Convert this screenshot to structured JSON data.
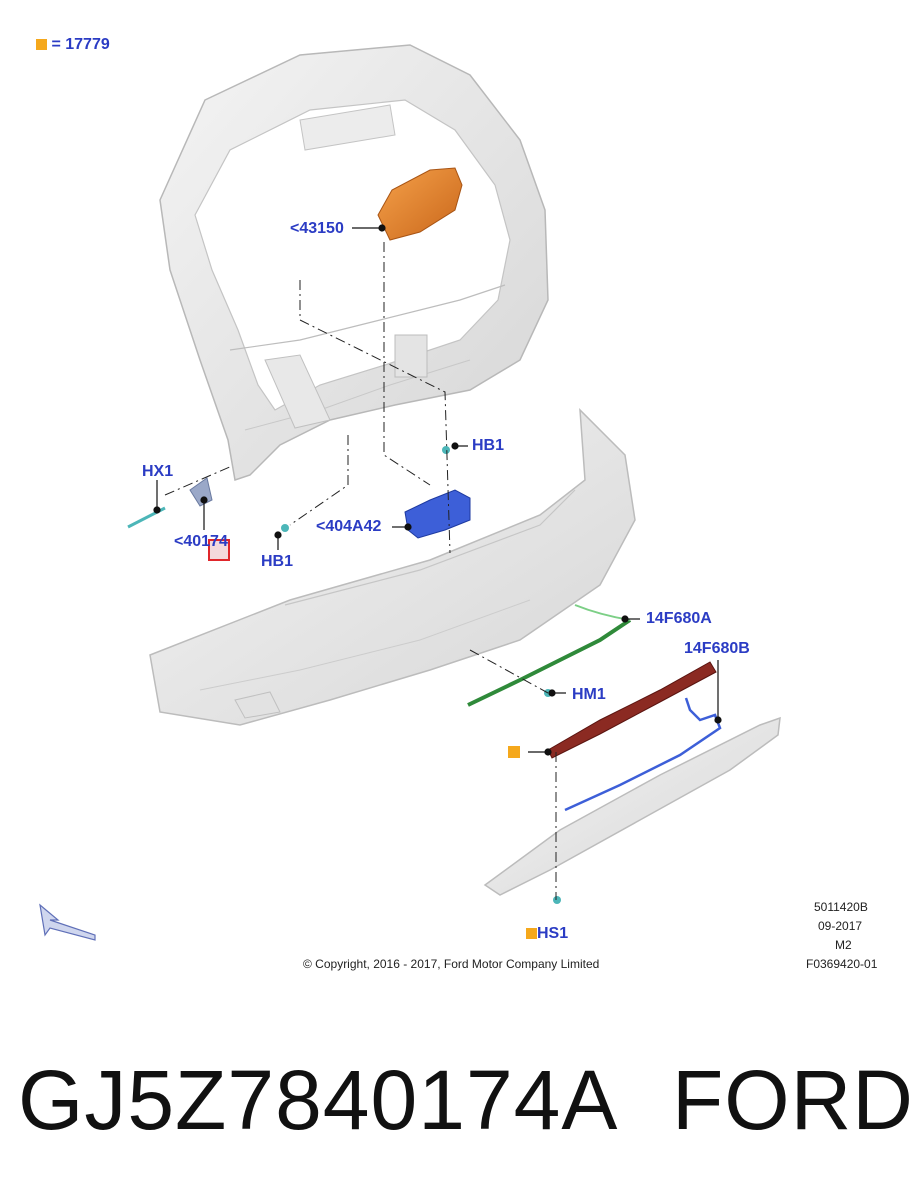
{
  "legend": {
    "symbol": "orange-square",
    "text": "= 17779"
  },
  "callouts": [
    {
      "id": "43150",
      "text": "<43150"
    },
    {
      "id": "HB1_top",
      "text": "HB1"
    },
    {
      "id": "HX1",
      "text": "HX1"
    },
    {
      "id": "40174",
      "text": "<40174"
    },
    {
      "id": "404A42",
      "text": "<404A42"
    },
    {
      "id": "HB1_bottom",
      "text": "HB1"
    },
    {
      "id": "14F680A",
      "text": "14F680A"
    },
    {
      "id": "14F680B",
      "text": "14F680B"
    },
    {
      "id": "HM1",
      "text": "HM1"
    },
    {
      "id": "HS1",
      "text": "HS1"
    }
  ],
  "copyright": "© Copyright, 2016 - 2017, Ford Motor Company Limited",
  "drawing_info": {
    "ref": "5011420B",
    "date": "09-2017",
    "code": "M2",
    "figure": "F0369420-01"
  },
  "footer": {
    "part_number": "GJ5Z7840174A",
    "brand": "FORD"
  },
  "colors": {
    "callout": "#2b3cc4",
    "orange_part": "#e8871e",
    "blue_part": "#3d5fd8",
    "green_strip": "#2f8a3a",
    "red_strip": "#8b2a22",
    "legend_square": "#f5a81c",
    "highlight_box": "#e0262b"
  }
}
